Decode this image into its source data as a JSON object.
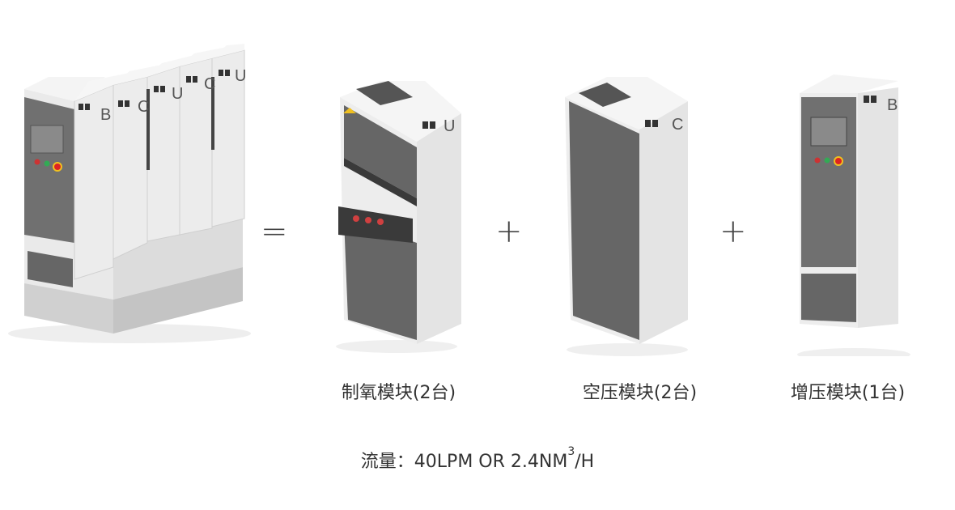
{
  "operators": {
    "equals": "=",
    "plus_1": "+",
    "plus_2": "+"
  },
  "modules": [
    {
      "caption": "制氧模块(2台)",
      "letter": "U"
    },
    {
      "caption": "空压模块(2台)",
      "letter": "C"
    },
    {
      "caption": "增压模块(1台)",
      "letter": "B"
    }
  ],
  "assembly": {
    "letters": [
      "B",
      "C",
      "U",
      "C",
      "U"
    ]
  },
  "flow": {
    "label": "流量：",
    "value": "40LPM OR 2.4NM",
    "sup": "3",
    "unit": "/H"
  },
  "colors": {
    "panel": "#6b6b6b",
    "cabinet": "#ececec",
    "cabinet_side": "#dadada",
    "shadow": "#e6e6e6"
  }
}
